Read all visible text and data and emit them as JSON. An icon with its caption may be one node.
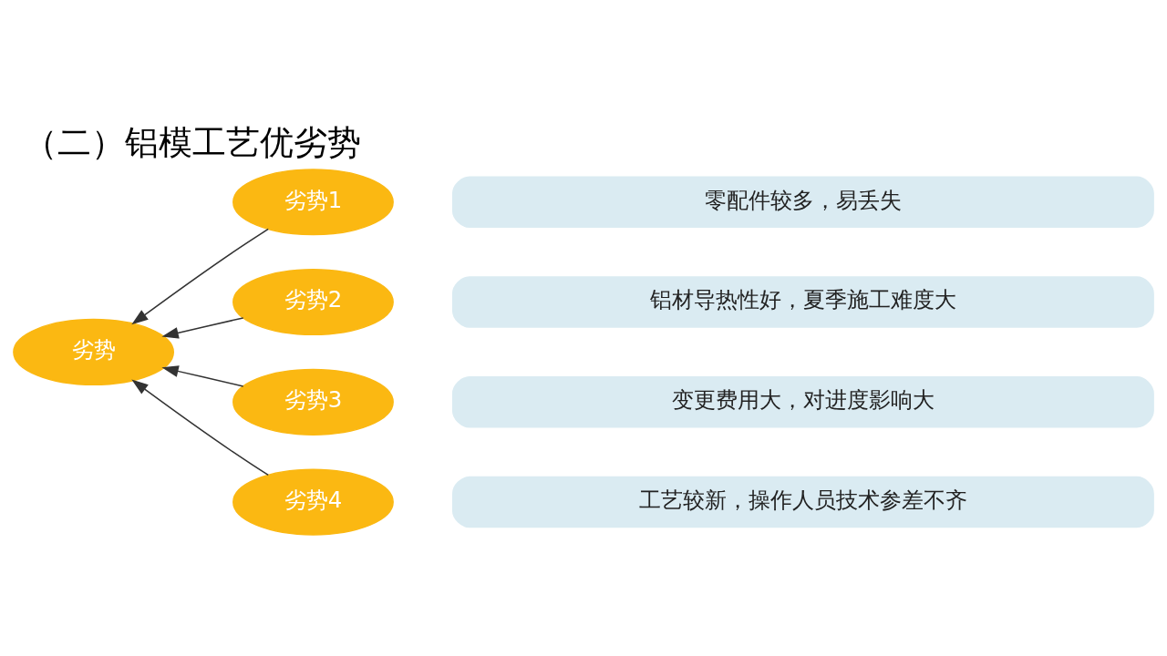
{
  "diagram": {
    "title": "（二）铝模工艺优劣势",
    "nodes": [
      {
        "text": [
          "劣势"
        ]
      },
      {
        "text": [
          "劣势1"
        ]
      },
      {
        "text": [
          "零配件较多，易丢失"
        ]
      },
      {
        "text": [
          "劣势2"
        ]
      },
      {
        "text": [
          "铝材导热性好，夏季施工难度大"
        ]
      },
      {
        "text": [
          "劣势3"
        ]
      },
      {
        "text": [
          "变更费用大，对进度影响大"
        ]
      },
      {
        "text": [
          "劣势4"
        ]
      },
      {
        "text": [
          "工艺较新，操作人员技术参差不齐"
        ]
      }
    ],
    "edges": [
      {
        "from": 1,
        "to": 0,
        "arrow": "to"
      },
      {
        "from": 3,
        "to": 0,
        "arrow": "to"
      },
      {
        "from": 5,
        "to": 0,
        "arrow": "to"
      },
      {
        "from": 7,
        "to": 0,
        "arrow": "to"
      }
    ]
  }
}
